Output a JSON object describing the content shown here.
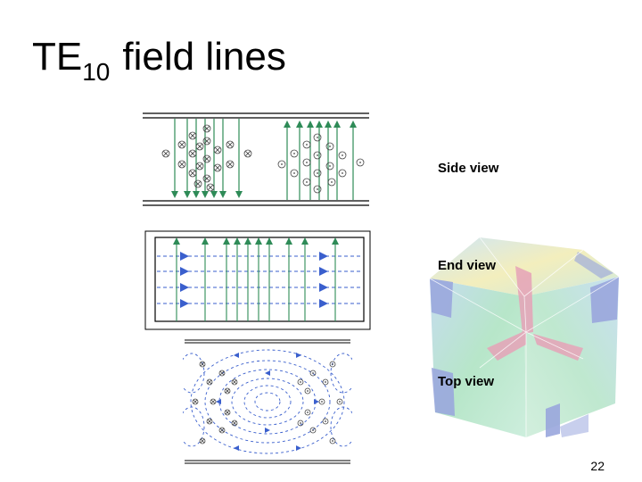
{
  "slide": {
    "title_main": "TE",
    "title_subscript": "10",
    "title_rest": "field lines",
    "page_number": "22"
  },
  "views": {
    "side_label": "Side view",
    "end_label": "End view",
    "top_label": "Top view"
  },
  "colors": {
    "e_field": "#2e8b57",
    "h_field": "#3a5fcd",
    "wall": "#000000",
    "cube_base": "#b9e6d6"
  },
  "icons": {
    "into_page": "circle-cross",
    "out_of_page": "circle-dot",
    "e_arrow": "triangle-green",
    "h_arrow": "triangle-blue"
  }
}
